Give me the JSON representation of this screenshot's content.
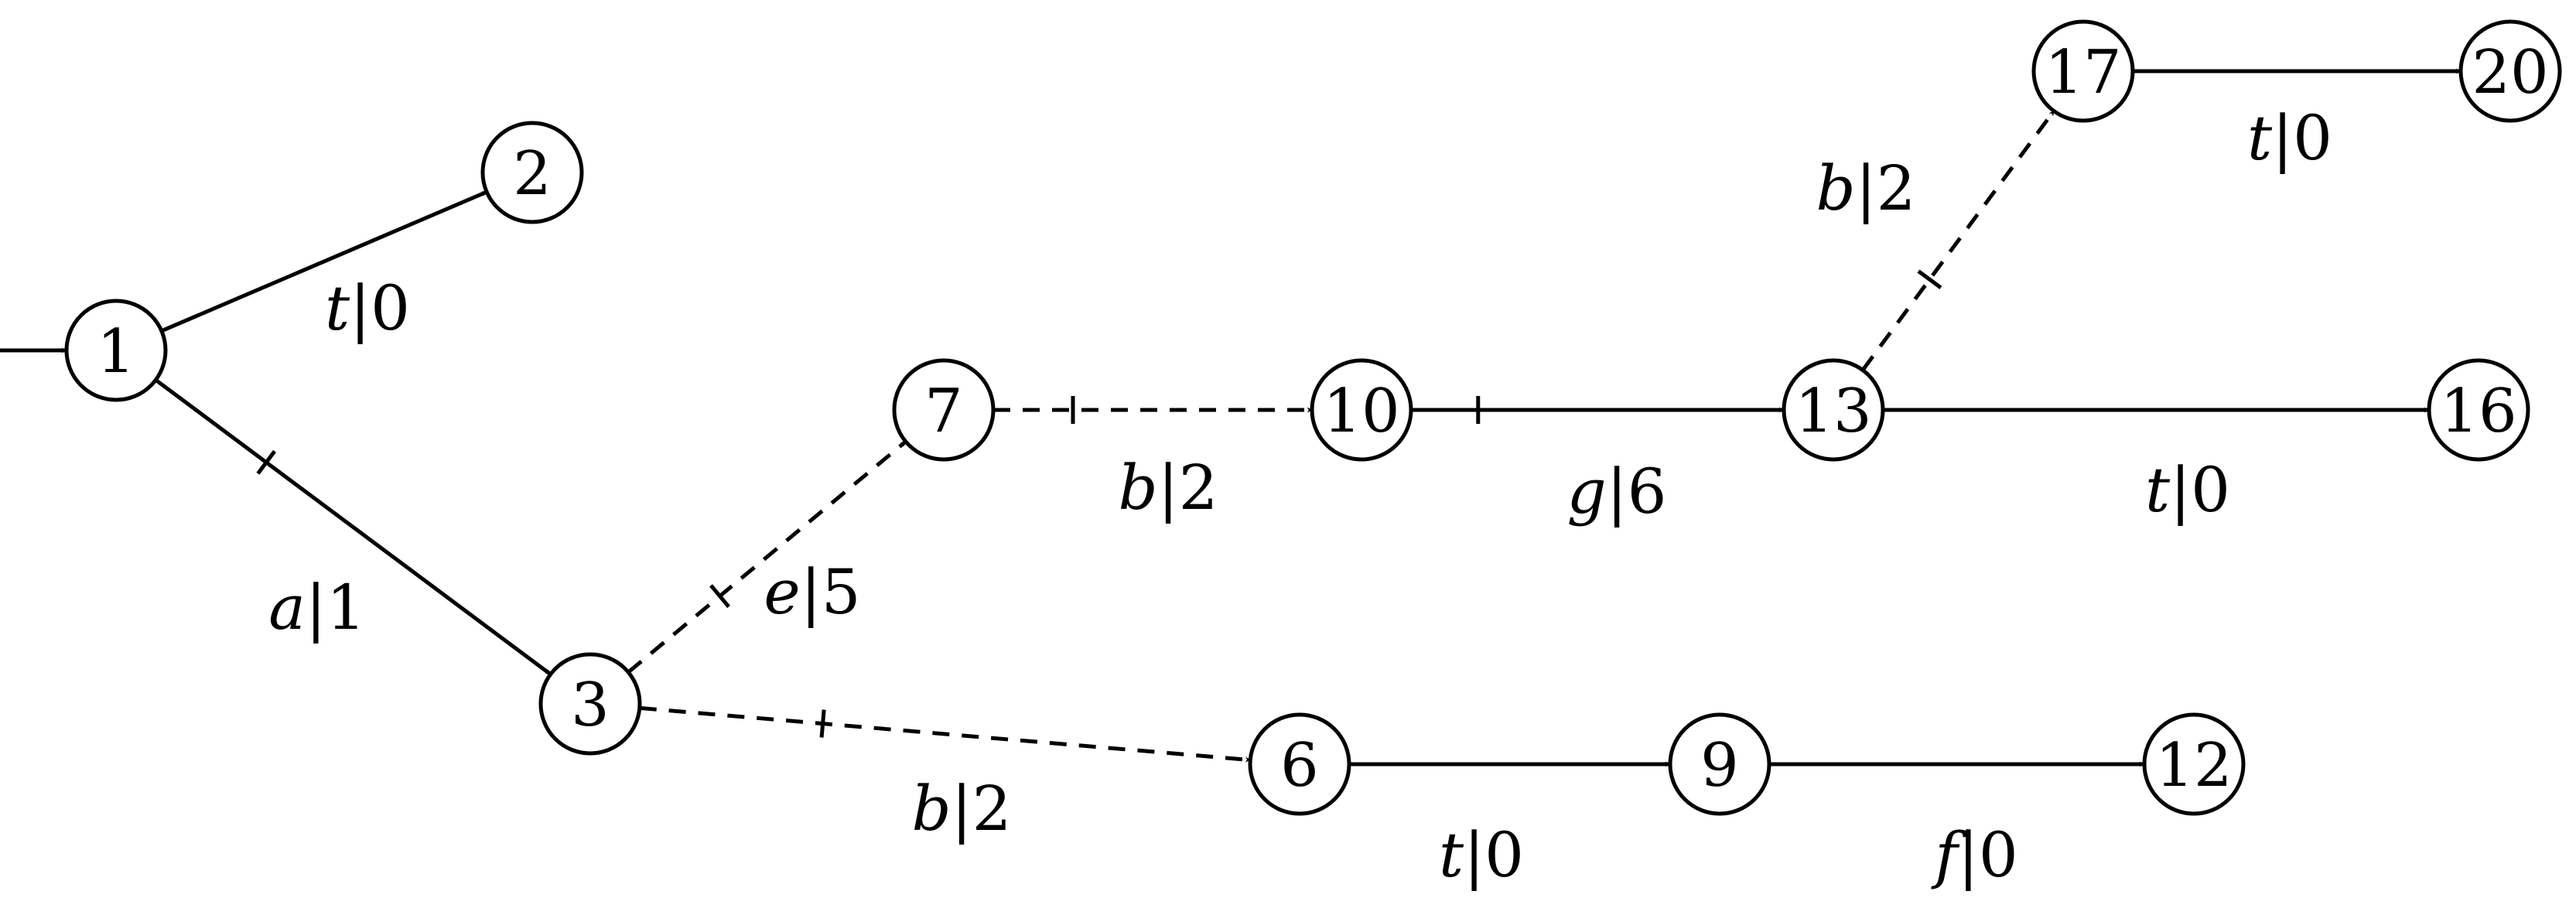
{
  "nodes": [
    {
      "id": "1",
      "label": "1"
    },
    {
      "id": "2",
      "label": "2"
    },
    {
      "id": "3",
      "label": "3"
    },
    {
      "id": "6",
      "label": "6"
    },
    {
      "id": "7",
      "label": "7"
    },
    {
      "id": "9",
      "label": "9"
    },
    {
      "id": "10",
      "label": "10"
    },
    {
      "id": "12",
      "label": "12"
    },
    {
      "id": "13",
      "label": "13"
    },
    {
      "id": "16",
      "label": "16"
    },
    {
      "id": "17",
      "label": "17"
    },
    {
      "id": "20",
      "label": "20"
    }
  ],
  "edges": [
    {
      "from": "1",
      "to": "2",
      "symbol": "t",
      "weight": "0",
      "style": "solid",
      "tick": false
    },
    {
      "from": "1",
      "to": "3",
      "symbol": "a",
      "weight": "1",
      "style": "solid",
      "tick": true
    },
    {
      "from": "3",
      "to": "7",
      "symbol": "e",
      "weight": "5",
      "style": "dashed",
      "tick": true
    },
    {
      "from": "3",
      "to": "6",
      "symbol": "b",
      "weight": "2",
      "style": "dashed",
      "tick": true
    },
    {
      "from": "7",
      "to": "10",
      "symbol": "b",
      "weight": "2",
      "style": "dashed",
      "tick": true
    },
    {
      "from": "10",
      "to": "13",
      "symbol": "g",
      "weight": "6",
      "style": "solid",
      "tick": true
    },
    {
      "from": "13",
      "to": "17",
      "symbol": "b",
      "weight": "2",
      "style": "dashed",
      "tick": true
    },
    {
      "from": "13",
      "to": "16",
      "symbol": "t",
      "weight": "0",
      "style": "solid",
      "tick": false
    },
    {
      "from": "17",
      "to": "20",
      "symbol": "t",
      "weight": "0",
      "style": "solid",
      "tick": false
    },
    {
      "from": "6",
      "to": "9",
      "symbol": "t",
      "weight": "0",
      "style": "solid",
      "tick": false
    },
    {
      "from": "9",
      "to": "12",
      "symbol": "f",
      "weight": "0",
      "style": "solid",
      "tick": false
    }
  ],
  "start_node": "1"
}
